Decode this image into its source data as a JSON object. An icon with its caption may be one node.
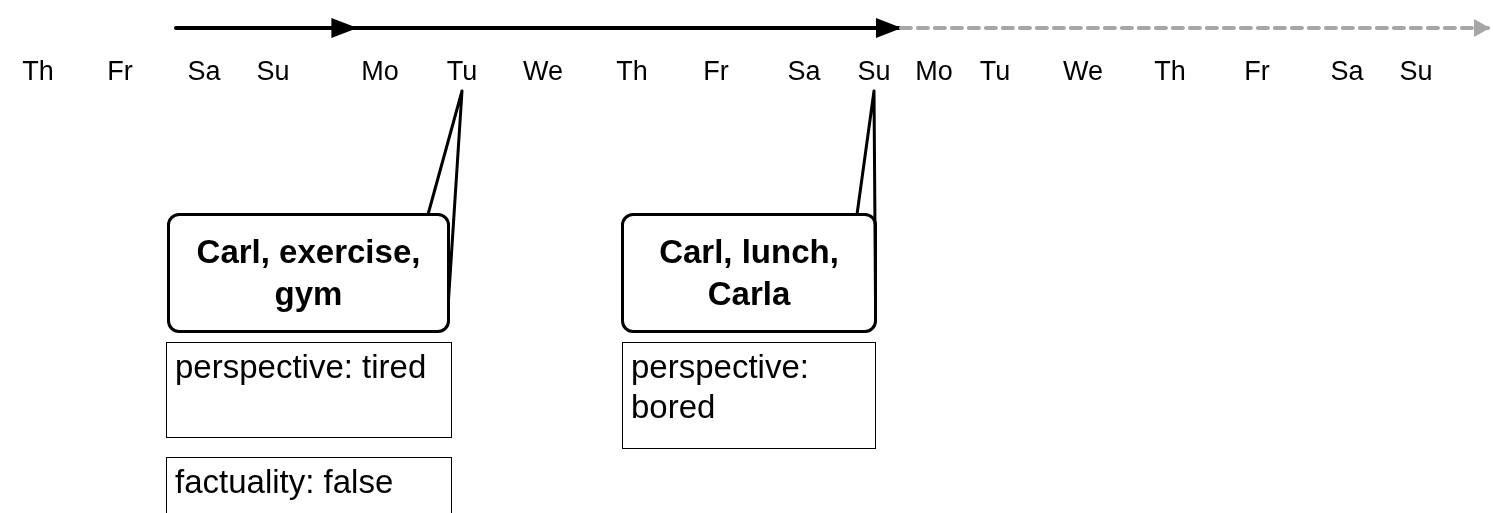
{
  "diagram": {
    "nodes": [
      {
        "text": [
          "Th"
        ]
      },
      {
        "text": [
          "Fr"
        ]
      },
      {
        "text": [
          "Sa"
        ]
      },
      {
        "text": [
          "Su"
        ]
      },
      {
        "text": [
          "Mo"
        ]
      },
      {
        "text": [
          "Tu"
        ]
      },
      {
        "text": [
          "We"
        ]
      },
      {
        "text": [
          "Th"
        ]
      },
      {
        "text": [
          "Fr"
        ]
      },
      {
        "text": [
          "Sa"
        ]
      },
      {
        "text": [
          "Su"
        ]
      },
      {
        "text": [
          "Mo"
        ]
      },
      {
        "text": [
          "Tu"
        ]
      },
      {
        "text": [
          "We"
        ]
      },
      {
        "text": [
          "Th"
        ]
      },
      {
        "text": [
          "Fr"
        ]
      },
      {
        "text": [
          "Sa"
        ]
      },
      {
        "text": [
          "Su"
        ]
      },
      {
        "text": [
          "Carl, exercise, gym"
        ]
      },
      {
        "text": [
          "Carl, lunch, Carla"
        ]
      },
      {
        "text": [
          "perspective: tired"
        ]
      },
      {
        "text": [
          "factuality: false"
        ]
      },
      {
        "text": [
          "perspective: bored"
        ]
      }
    ],
    "edges": [
      {
        "from": 18,
        "to": 5,
        "arrow": "none"
      },
      {
        "from": 19,
        "to": 10,
        "arrow": "none"
      },
      {
        "from": 2,
        "to": 4,
        "arrow": "to"
      },
      {
        "from": 4,
        "to": 10,
        "arrow": "to"
      },
      {
        "from": 10,
        "to": null,
        "arrow": "to",
        "style": "dashed",
        "color": "#a6a6a6"
      }
    ]
  }
}
